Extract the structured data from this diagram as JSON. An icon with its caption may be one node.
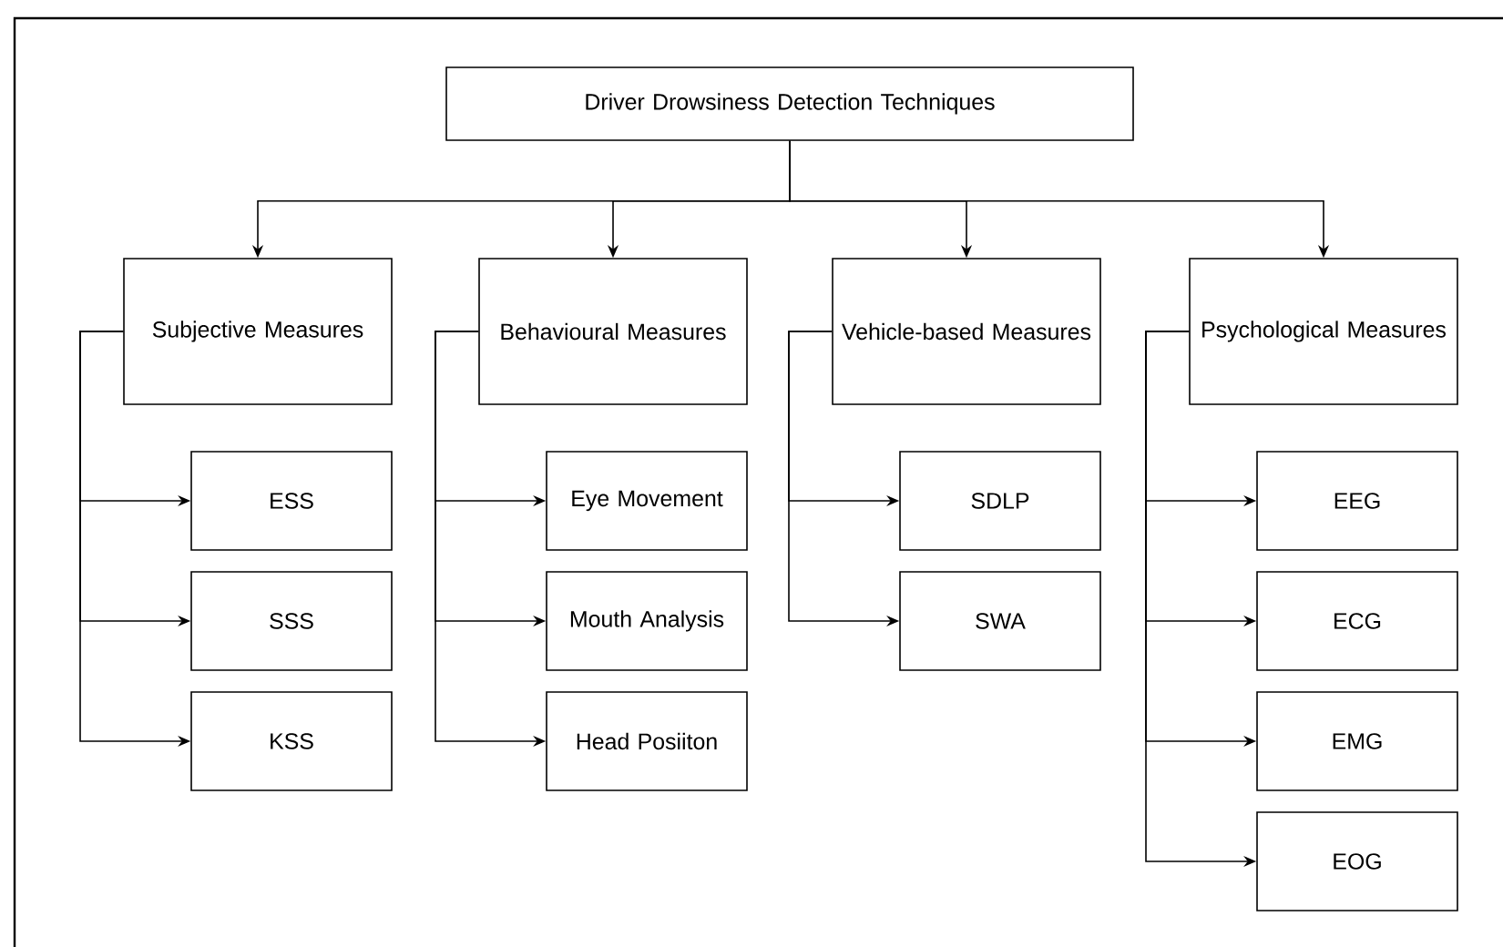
{
  "diagram": {
    "nodes": [
      {
        "text": [
          "Driver Drowsiness Detection Techniques"
        ]
      },
      {
        "text": [
          "Subjective Measures"
        ]
      },
      {
        "text": [
          "Behavioural Measures"
        ]
      },
      {
        "text": [
          "Vehicle-based Measures"
        ]
      },
      {
        "text": [
          "Psychological Measures"
        ]
      },
      {
        "text": [
          "ESS"
        ]
      },
      {
        "text": [
          "SSS"
        ]
      },
      {
        "text": [
          "KSS"
        ]
      },
      {
        "text": [
          "Eye Movement"
        ]
      },
      {
        "text": [
          "Mouth Analysis"
        ]
      },
      {
        "text": [
          "Head Posiiton"
        ]
      },
      {
        "text": [
          "SDLP"
        ]
      },
      {
        "text": [
          "SWA"
        ]
      },
      {
        "text": [
          "EEG"
        ]
      },
      {
        "text": [
          "ECG"
        ]
      },
      {
        "text": [
          "EMG"
        ]
      },
      {
        "text": [
          "EOG"
        ]
      }
    ],
    "edges": [
      {
        "from": 0,
        "to": 1,
        "arrow": "to"
      },
      {
        "from": 0,
        "to": 2,
        "arrow": "to"
      },
      {
        "from": 0,
        "to": 3,
        "arrow": "to"
      },
      {
        "from": 0,
        "to": 4,
        "arrow": "to"
      },
      {
        "from": 1,
        "to": 5,
        "arrow": "to"
      },
      {
        "from": 1,
        "to": 6,
        "arrow": "to"
      },
      {
        "from": 1,
        "to": 7,
        "arrow": "to"
      },
      {
        "from": 2,
        "to": 8,
        "arrow": "to"
      },
      {
        "from": 2,
        "to": 9,
        "arrow": "to"
      },
      {
        "from": 2,
        "to": 10,
        "arrow": "to"
      },
      {
        "from": 3,
        "to": 11,
        "arrow": "to"
      },
      {
        "from": 3,
        "to": 12,
        "arrow": "to"
      },
      {
        "from": 4,
        "to": 13,
        "arrow": "to"
      },
      {
        "from": 4,
        "to": 14,
        "arrow": "to"
      },
      {
        "from": 4,
        "to": 15,
        "arrow": "to"
      },
      {
        "from": 4,
        "to": 16,
        "arrow": "to"
      }
    ]
  }
}
